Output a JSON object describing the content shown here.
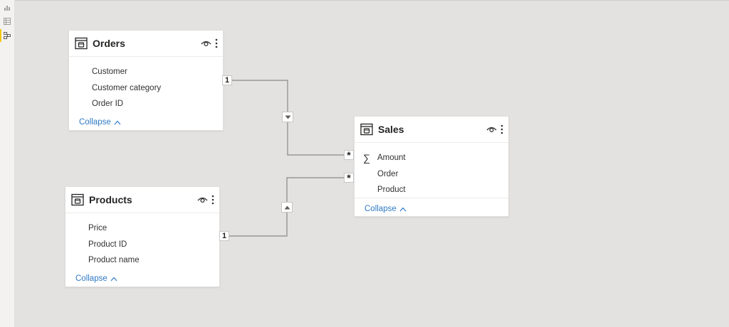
{
  "rail": {
    "items": [
      {
        "name": "report-view-icon",
        "active": false
      },
      {
        "name": "data-view-icon",
        "active": false
      },
      {
        "name": "model-view-icon",
        "active": true
      }
    ]
  },
  "tables": {
    "orders": {
      "title": "Orders",
      "fields": [
        "Customer",
        "Customer category",
        "Order ID"
      ],
      "collapse_label": "Collapse"
    },
    "products": {
      "title": "Products",
      "fields": [
        "Price",
        "Product ID",
        "Product name"
      ],
      "collapse_label": "Collapse"
    },
    "sales": {
      "title": "Sales",
      "fields": [
        "Amount",
        "Order",
        "Product"
      ],
      "measure_field": "Amount",
      "collapse_label": "Collapse"
    }
  },
  "relationships": [
    {
      "from": "Orders",
      "to": "Sales",
      "from_cardinality": "1",
      "to_cardinality": "*",
      "filter_direction": "down"
    },
    {
      "from": "Products",
      "to": "Sales",
      "from_cardinality": "1",
      "to_cardinality": "*",
      "filter_direction": "up"
    }
  ],
  "colors": {
    "canvas": "#e3e2e1",
    "link": "#2e7ac6",
    "accent": "#f2c811"
  }
}
